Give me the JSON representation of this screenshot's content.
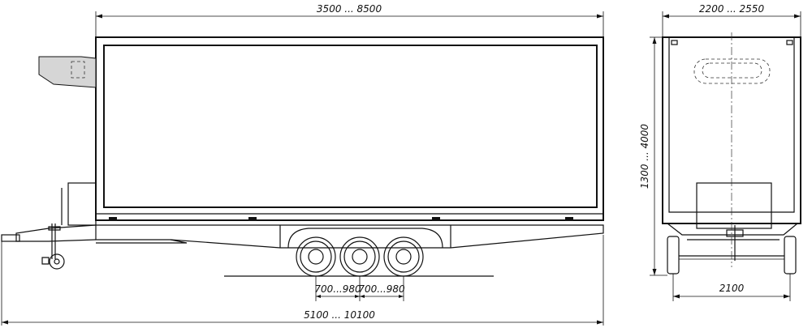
{
  "dimensions": {
    "body_length": "3500 ... 8500",
    "body_width": "2200 ... 2550",
    "body_height": "1300 ... 4000",
    "axle_spacing_1": "700...980",
    "axle_spacing_2": "700...980",
    "overall_length": "5100 ... 10100",
    "track_width": "2100"
  }
}
